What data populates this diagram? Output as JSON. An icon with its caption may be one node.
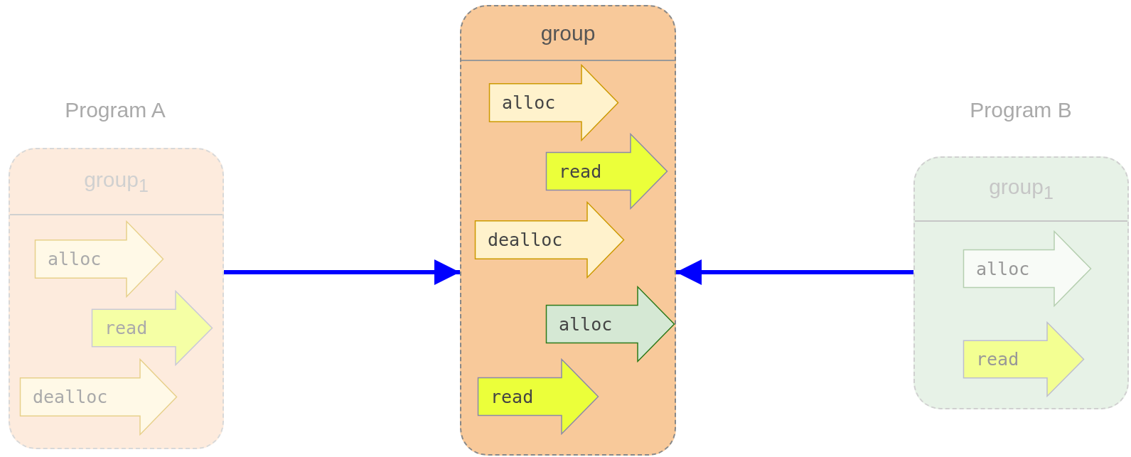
{
  "diagram": {
    "nodes": [
      {
        "text": [
          "Program A",
          "group$_{1}$"
        ]
      },
      {
        "text": [
          "alloc"
        ],
        "in": 0
      },
      {
        "text": [
          "read"
        ],
        "in": 0
      },
      {
        "text": [
          "dealloc"
        ],
        "in": 0
      },
      {
        "text": [
          "group"
        ]
      },
      {
        "text": [
          "alloc"
        ],
        "in": 4
      },
      {
        "text": [
          "read"
        ],
        "in": 4
      },
      {
        "text": [
          "dealloc"
        ],
        "in": 4
      },
      {
        "text": [
          "alloc"
        ],
        "in": 4
      },
      {
        "text": [
          "read"
        ],
        "in": 4
      },
      {
        "text": [
          "Program B",
          "group$_{1}$"
        ]
      },
      {
        "text": [
          "alloc"
        ],
        "in": 10
      },
      {
        "text": [
          "read"
        ],
        "in": 10
      }
    ],
    "edges": [
      {
        "from": 0,
        "to": 4,
        "arrow": "to"
      },
      {
        "from": 10,
        "to": 4,
        "arrow": "to"
      }
    ]
  }
}
